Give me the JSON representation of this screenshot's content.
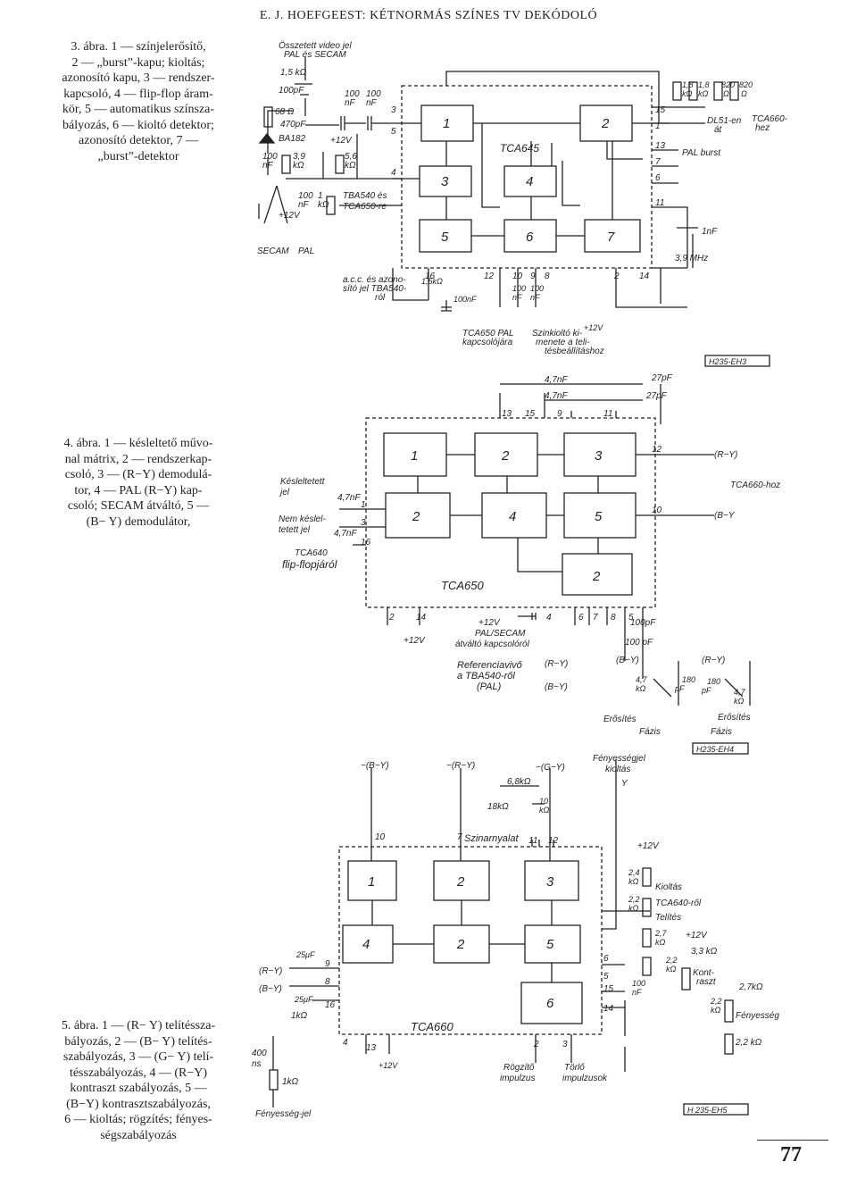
{
  "header": "E. J. HOEFGEEST: KÉTNORMÁS SZÍNES TV DEKÓDOLÓ",
  "page_number": "77",
  "fig3": {
    "caption": [
      "3. ábra. 1 — színjelerősítő,",
      "2 — „burst”-kapu; kioltás;",
      "azonosító kapu, 3 — rendszer-",
      "kapcsoló, 4 — flip-flop áram-",
      "kör, 5 — automatikus színsza-",
      "bályozás, 6 — kioltó detektor;",
      "azonosító detektor, 7 —",
      "„burst”-detektor"
    ],
    "labels": {
      "in1": "Összetett video jel",
      "in2": "PAL és SECAM",
      "r1": "1,5 kΩ",
      "c1": "100pF",
      "r2": "68 Ω",
      "c2": "470pF",
      "d1": "BA182",
      "c3a": "100",
      "c3b": "nF",
      "c4a": "100",
      "c4b": "nF",
      "r3a": "3,9",
      "r3b": "kΩ",
      "c5": "nF",
      "c5b": "100",
      "r4a": "5,6",
      "r4b": "kΩ",
      "v1": "+12V",
      "c6a": "100",
      "c6b": "nF",
      "r5a": "1",
      "r5b": "kΩ",
      "v2": "+12V",
      "ic1": "TBA540 és",
      "ic2": "TCA650-re",
      "sw1": "SECAM",
      "sw2": "PAL",
      "chip": "TCA645",
      "b1": "1",
      "b2": "2",
      "b3": "3",
      "b4": "4",
      "b5": "5",
      "b6": "6",
      "b7": "7",
      "p3": "3",
      "p5": "5",
      "p4": "4",
      "p15": "15",
      "p1": "1",
      "p13": "13",
      "p7": "7",
      "p6": "6",
      "p11": "11",
      "p16": "16",
      "p12": "12",
      "p10": "10",
      "p9": "9",
      "p8": "8",
      "p2": "2",
      "p14": "14",
      "rr1": "1,8",
      "rr1b": "kΩ",
      "rr2": "1,8",
      "rr2b": "kΩ",
      "rr3": "820",
      "rr3b": "Ω",
      "rr4": "820",
      "rr4b": "Ω",
      "dl1": "DL51-en",
      "dl2": "át",
      "tca1": "TCA660-",
      "tca2": "hez",
      "pal": "PAL burst",
      "xt1": "1nF",
      "xt2": "3,9 MHz",
      "acc1": "a.c.c. és azono-",
      "acc2": "sító jel TBA540-",
      "acc3": "ról",
      "r15": "1,5kΩ",
      "c100a": "100nF",
      "c100b": "100",
      "c100c": "nF",
      "c100d": "100",
      "c100e": "nF",
      "out1": "TCA650 PAL",
      "out2": "kapcsolójára",
      "out3": "Szinkioltó ki-",
      "out4": "menete a teli-",
      "out5": "tésbeállításhoz",
      "v3": "+12V",
      "code": "H235-EH3"
    }
  },
  "fig4": {
    "caption": [
      "4. ábra. 1 — késleltető művo-",
      "nal mátrix, 2 — rendszerkap-",
      "csoló, 3 — (R−Y) demodulá-",
      "tor, 4 — PAL (R−Y) kap-",
      "csoló; SECAM átváltó, 5 —",
      "(B− Y) demodulátor,"
    ],
    "labels": {
      "c1": "4,7nF",
      "c2": "27pF",
      "c3": "4,7nF",
      "c4": "27pF",
      "p13": "13",
      "p15": "15",
      "p9": "9",
      "p11": "11",
      "p12": "12",
      "p10": "10",
      "p1": "1",
      "p3": "3",
      "p16": "16",
      "b1": "1",
      "b2": "2",
      "b3": "3",
      "b4": "2",
      "b5": "4",
      "b6": "5",
      "b7": "2",
      "ry": "(R−Y)",
      "by": "(B−Y",
      "tca": "TCA660-hoz",
      "in1": "Késleltetett",
      "in2": "jel",
      "in3": "Nem késlel-",
      "in4": "tetett jel",
      "c5": "4,7nF",
      "c6": "4,7nF",
      "ff1": "TCA640",
      "ff2": "flip-flopjáról",
      "chip": "TCA650",
      "q2": "2",
      "q14": "14",
      "q4": "4",
      "q6": "6",
      "q7": "7",
      "q8": "8",
      "q5": "5",
      "v1": "+12V",
      "v2": "+12V",
      "sw1": "PAL/SECAM",
      "sw2": "átváltó kapcsolóról",
      "ref1": "Referenciavivő",
      "ref2": "a TBA540-ről",
      "ref3": "(PAL)",
      "ref4": "(R−Y)",
      "ref5": "(B−Y)",
      "c100a": "100pF",
      "c100b": "100 pF",
      "o1": "(B−Y)",
      "o2": "(R−Y)",
      "r1": "4,7",
      "r1b": "kΩ",
      "c180": "180",
      "c180b": "pF",
      "c180c": "180",
      "c180d": "pF",
      "r2": "4,7",
      "r2b": "kΩ",
      "e1": "Erősítés",
      "e2": "Fázis",
      "e3": "Fázis",
      "e4": "Erősítés",
      "code": "H235-EH4"
    }
  },
  "fig5": {
    "caption": [
      "5. ábra. 1 — (R− Y) telítéssza-",
      "bályozás, 2 — (B− Y) telítés-",
      "szabályozás, 3 — (G− Y) telí-",
      "tésszabályozás, 4 — (R−Y)",
      "kontraszt szabályozás, 5 —",
      "(B−Y) kontrasztszabályozás,",
      "6 — kioltás; rögzítés; fényes-",
      "ségszabályozás"
    ],
    "labels": {
      "o1": "−(B−Y)",
      "o2": "−(R−Y)",
      "o3": "−(G−Y)",
      "o4": "Fényességjel",
      "o5": "kioltás",
      "o6": "Y",
      "r1": "6,8kΩ",
      "r2": "18kΩ",
      "r3": "10",
      "r3b": "kΩ",
      "sat": "Szinarnyalat",
      "p10": "10",
      "p7": "7",
      "p11": "11",
      "p12": "12",
      "v1": "+12V",
      "b1": "1",
      "b2": "2",
      "b3": "3",
      "b4": "4",
      "b5": "2",
      "b6": "5",
      "b7": "6",
      "r4": "2,4",
      "r4b": "kΩ",
      "kio": "Kioltás",
      "r5": "2,2",
      "r5b": "kΩ",
      "tca1": "TCA640-ről",
      "tel": "Telítés",
      "r6": "2,7",
      "r6b": "kΩ",
      "v2": "+12V",
      "r7": "3,3 kΩ",
      "r8": "2,2",
      "r8b": "kΩ",
      "kon1": "Kont-",
      "kon2": "raszt",
      "r9": "2,7kΩ",
      "r10": "2,2",
      "r10b": "kΩ",
      "fe": "Fényesség",
      "r11": "2,2 kΩ",
      "c1": "25μF",
      "c2": "25μF",
      "in1": "(R−Y)",
      "in2": "(B−Y)",
      "p8": "8",
      "p9": "9",
      "p16": "16",
      "p6": "6",
      "p5": "5",
      "p15": "15",
      "p14": "14",
      "p4": "4",
      "p13": "13",
      "p2": "2",
      "p3": "3",
      "r12": "1kΩ",
      "c3": "100",
      "c3b": "nF",
      "chip": "TCA660",
      "r13": "400",
      "r13b": "ns",
      "r14": "1kΩ",
      "fj": "Fényesség-jel",
      "v3": "+12V",
      "rog1": "Rögzítő",
      "rog2": "impulzus",
      "tor1": "Törlő",
      "tor2": "impulzusok",
      "code": "H 235-EH5"
    }
  }
}
